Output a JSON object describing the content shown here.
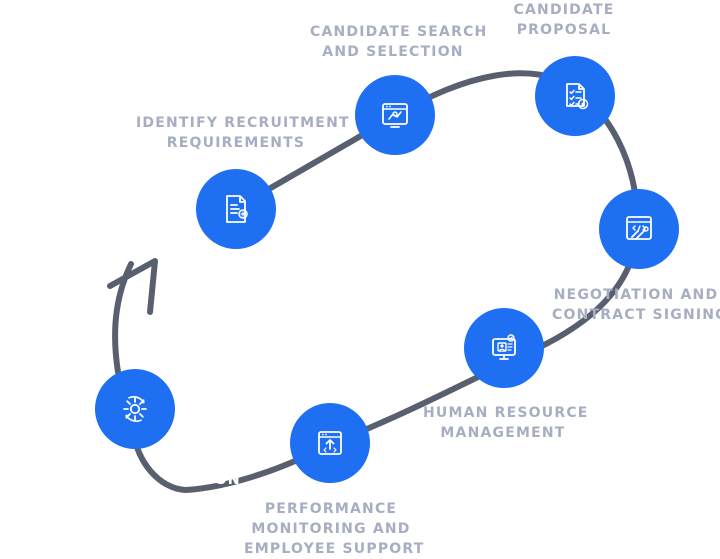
{
  "stages": [
    {
      "key": "identify",
      "lines": [
        "IDENTIFY RECRUITMENT",
        "REQUIREMENTS"
      ],
      "icon": "requirements-document-icon"
    },
    {
      "key": "search",
      "lines": [
        "CANDIDATE SEARCH",
        "AND SELECTION"
      ],
      "icon": "candidate-browser-icon"
    },
    {
      "key": "proposal",
      "lines": [
        "CANDIDATE",
        "PROPOSAL"
      ],
      "icon": "proposal-checklist-icon"
    },
    {
      "key": "negotiation",
      "lines": [
        "NEGOTIATION AND",
        "CONTRACT SIGNING"
      ],
      "icon": "tools-window-icon"
    },
    {
      "key": "hr",
      "lines": [
        "HUMAN RESOURCE",
        "MANAGEMENT"
      ],
      "icon": "monitor-profile-icon"
    },
    {
      "key": "performance",
      "lines": [
        "PERFORMANCE",
        "MONITORING AND",
        "EMPLOYEE SUPPORT"
      ],
      "icon": "code-window-upload-icon"
    },
    {
      "key": "settings",
      "lines": [],
      "icon": "settings-gear-icon"
    }
  ],
  "clipped_text": "ET ON",
  "colors": {
    "node": "#1e6ff2",
    "path": "#58606f",
    "label": "#a7aec1",
    "icon": "#ffffff"
  }
}
